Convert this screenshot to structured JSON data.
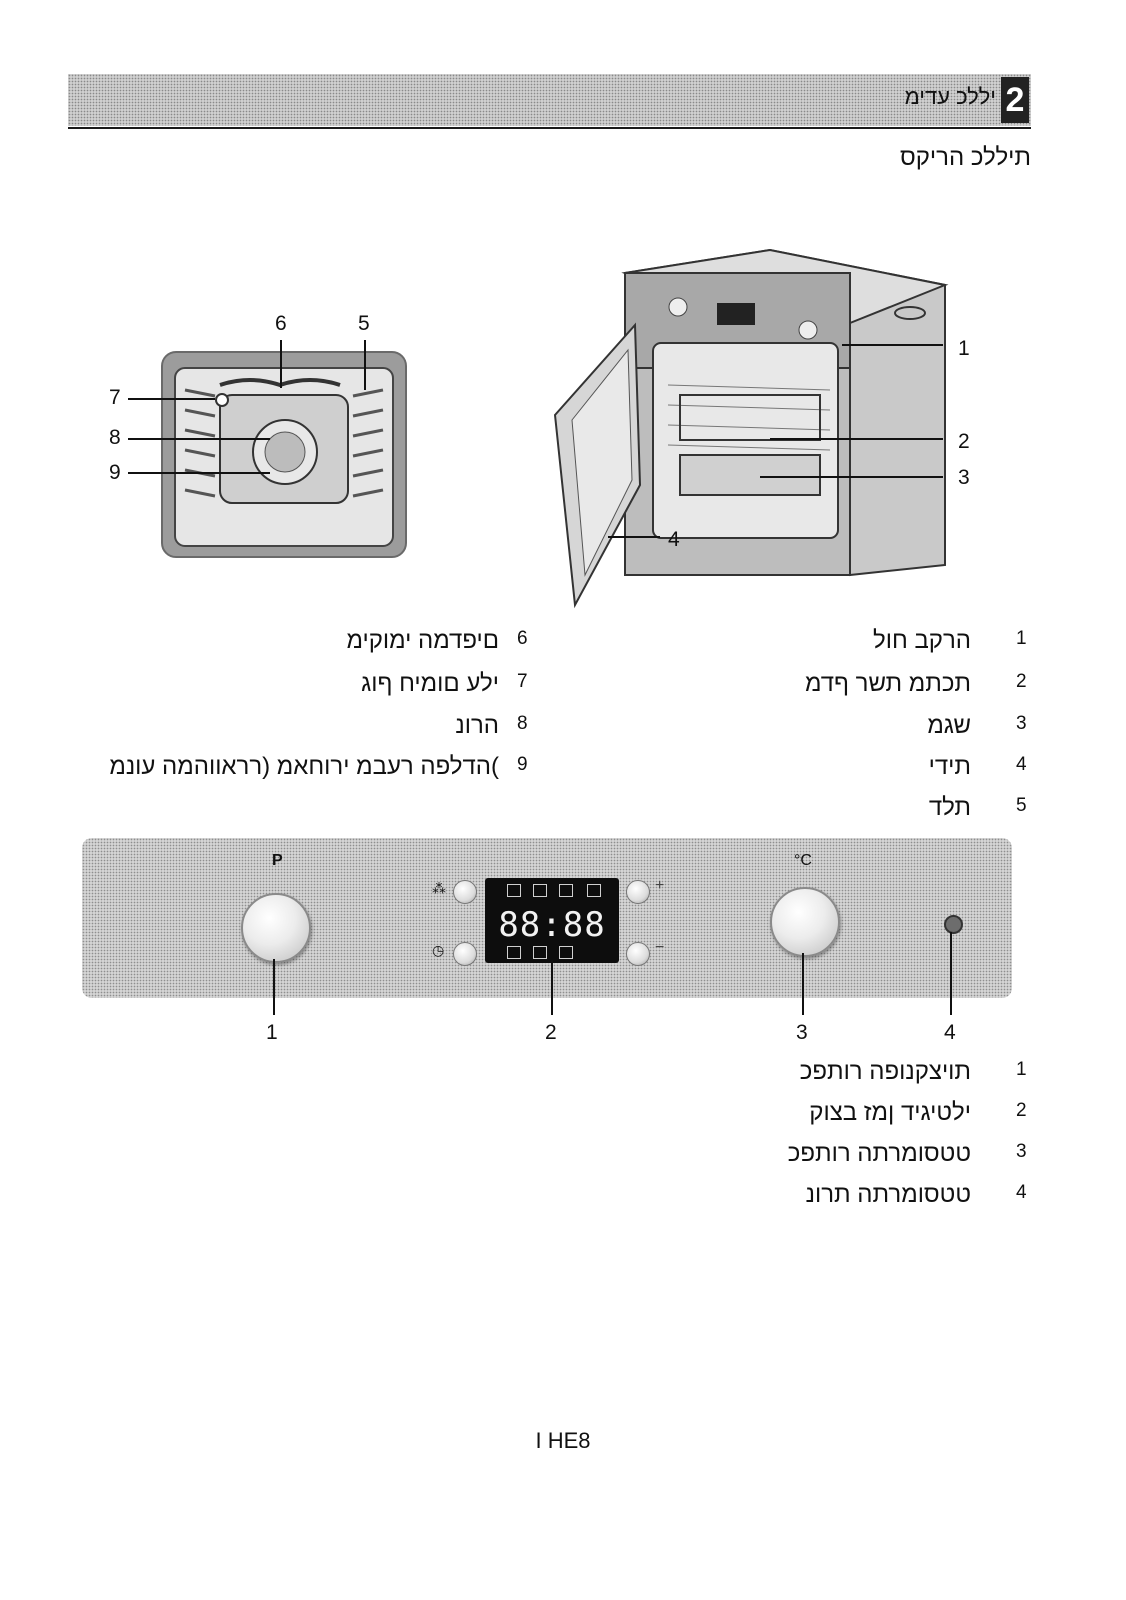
{
  "section": {
    "number": "2",
    "title": "יללכ עדימ",
    "subtitle": "תיללכ הריקס"
  },
  "callouts_top": {
    "left": [
      "6",
      "5",
      "7",
      "8",
      "9"
    ],
    "right": [
      "1",
      "2",
      "3",
      "4"
    ]
  },
  "legend_a": {
    "left": [
      {
        "num": "6",
        "text": "םיפדמה ימוקימ"
      },
      {
        "num": "7",
        "text": "ילע םומיח ףוג"
      },
      {
        "num": "8",
        "text": "הרונ"
      },
      {
        "num": "9",
        "text": ")הדלפה רעבמ ירוחאמ (רראווהמה עונמ"
      }
    ],
    "right": [
      {
        "num": "1",
        "text": "הרקב חול"
      },
      {
        "num": "2",
        "text": "תכתמ תשר ףדמ"
      },
      {
        "num": "3",
        "text": "שגמ"
      },
      {
        "num": "4",
        "text": "תידי"
      },
      {
        "num": "5",
        "text": "תלד"
      }
    ]
  },
  "panel": {
    "left_knob_symbol": "P",
    "right_knob_symbol": "°C",
    "display_time": "88:88",
    "plus_symbol": "+",
    "minus_symbol": "−",
    "callouts": [
      "1",
      "2",
      "3",
      "4"
    ]
  },
  "legend_b": [
    {
      "num": "1",
      "text": "תויצקנופה רותפכ"
    },
    {
      "num": "2",
      "text": "ילטיגיד ןמז בצוק"
    },
    {
      "num": "3",
      "text": "טטסומרתה רותפכ"
    },
    {
      "num": "4",
      "text": "טטסומרתה תרונ"
    }
  ],
  "footer": "I HE8",
  "colors": {
    "ink": "#111111",
    "display_bg": "#0d0d0d",
    "panel": "#d4d4d4"
  },
  "icons": [
    "fan-icon",
    "clock-icon",
    "light-icon"
  ]
}
